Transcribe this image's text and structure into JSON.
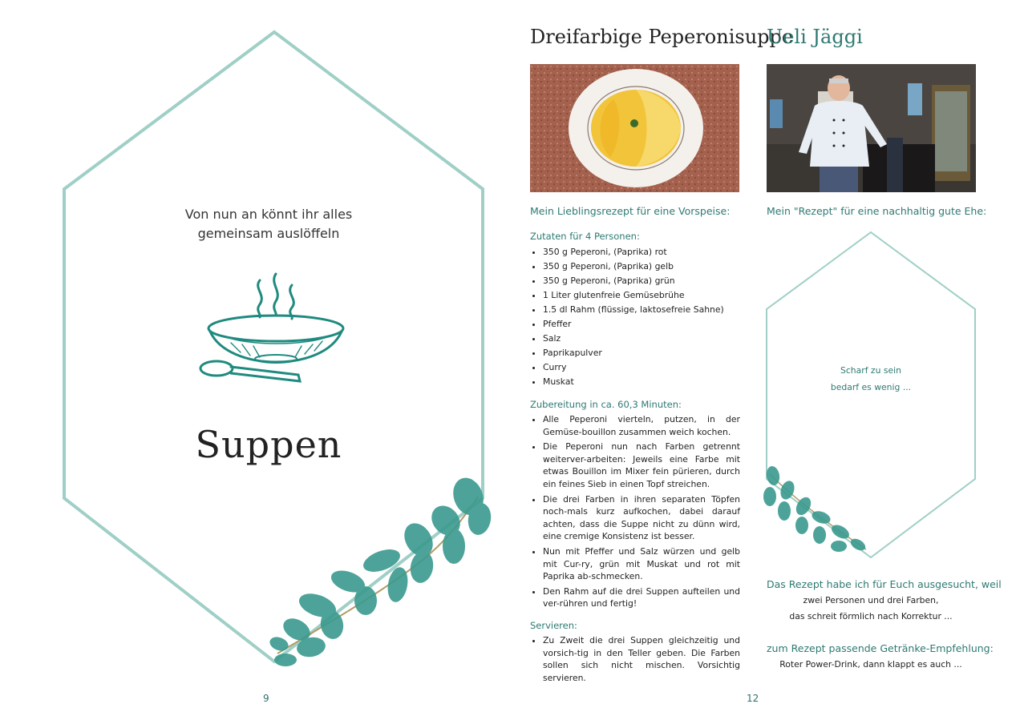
{
  "left": {
    "intro_line1": "Von nun an könnt ihr alles",
    "intro_line2": "gemeinsam auslöffeln",
    "section_title": "Suppen",
    "page_number": "9",
    "icons": [
      "soup-bowl-icon",
      "spoon-icon",
      "eucalyptus-branch-icon"
    ]
  },
  "recipe": {
    "title": "Dreifarbige Peperonisuppe",
    "photo": "soup-plate-photo",
    "subtitle": "Mein Lieblingsrezept für eine Vorspeise:",
    "ingredients_heading": "Zutaten für 4 Personen:",
    "ingredients": [
      "350 g Peperoni, (Paprika) rot",
      "350 g Peperoni, (Paprika) gelb",
      "350 g Peperoni, (Paprika) grün",
      "1 Liter glutenfreie Gemüsebrühe",
      "1.5 dl Rahm (flüssige, laktosefreie Sahne)",
      "Pfeffer",
      "Salz",
      "Paprikapulver",
      "Curry",
      "Muskat"
    ],
    "prep_heading": "Zubereitung in ca. 60,3 Minuten:",
    "prep_steps": [
      "Alle Peperoni vierteln, putzen, in der Gemüse-bouillon zusammen weich kochen.",
      "Die Peperoni nun nach Farben getrennt weiterver-arbeiten: Jeweils eine Farbe mit etwas Bouillon im Mixer fein pürieren, durch ein feines Sieb in einen Topf streichen.",
      "Die drei Farben in ihren separaten Töpfen noch-mals kurz aufkochen, dabei darauf achten, dass die Suppe nicht zu dünn wird, eine cremige Konsistenz ist besser.",
      "Nun mit Pfeffer und Salz würzen und gelb mit Cur-ry, grün mit Muskat und rot mit Paprika ab-schmecken.",
      "Den Rahm auf die drei Suppen aufteilen und ver-rühren und fertig!"
    ],
    "serve_heading": "Servieren:",
    "serve_steps": [
      "Zu Zweit die drei Suppen gleichzeitig und vorsich-tig in den Teller geben. Die Farben sollen sich nicht mischen. Vorsichtig servieren."
    ],
    "page_number": "12"
  },
  "author": {
    "name": "Ueli Jäggi",
    "photo": "chef-portrait-photo",
    "subtitle": "Mein \"Rezept\" für eine nachhaltig gute Ehe:",
    "quote_line1": "Scharf zu sein",
    "quote_line2": "bedarf es wenig ...",
    "reason_heading": "Das Rezept habe ich für Euch ausgesucht, weil",
    "reason_line1": "zwei Personen und drei Farben,",
    "reason_line2": "das schreit förmlich nach Korrektur ...",
    "drink_heading": "zum Rezept passende Getränke-Empfehlung:",
    "drink_text": "Roter Power-Drink, dann klappt es auch ..."
  },
  "colors": {
    "hex_border": "#9fcfc6",
    "teal_text": "#2e7a72",
    "leaf": "#3a9a8e"
  }
}
